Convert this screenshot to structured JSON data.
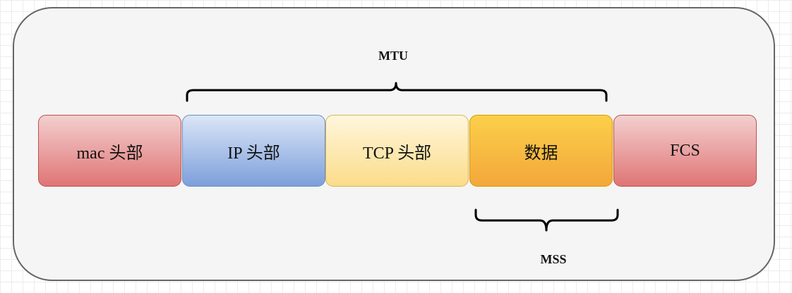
{
  "segments": [
    {
      "label": "mac 头部",
      "fill_top": "#f3cfcf",
      "fill_bottom": "#e07575",
      "border": "#b85450"
    },
    {
      "label": "IP 头部",
      "fill_top": "#dbe6f7",
      "fill_bottom": "#7d9fdb",
      "border": "#6c8ebf"
    },
    {
      "label": "TCP 头部",
      "fill_top": "#fff6dc",
      "fill_bottom": "#fbdc8a",
      "border": "#d6b656"
    },
    {
      "label": "数据",
      "fill_top": "#fbd04a",
      "fill_bottom": "#f3a73a",
      "border": "#d79b00"
    },
    {
      "label": "FCS",
      "fill_top": "#f3cfcf",
      "fill_bottom": "#e07575",
      "border": "#b85450"
    }
  ],
  "mtu": {
    "label": "MTU"
  },
  "mss": {
    "label": "MSS"
  }
}
